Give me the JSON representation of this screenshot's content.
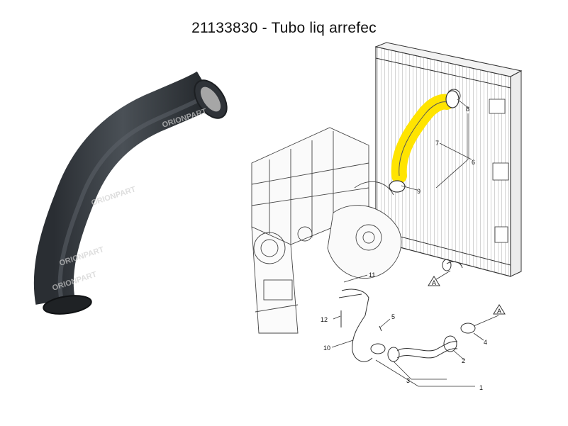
{
  "header": {
    "title": "21133830 - Tubo liq arrefec"
  },
  "watermark": {
    "text": "ORIONPART"
  },
  "callouts": [
    "1",
    "2",
    "3",
    "4",
    "5",
    "6",
    "7",
    "8",
    "9",
    "10",
    "11",
    "12"
  ],
  "reference_marks": [
    "A",
    "A"
  ],
  "colors": {
    "highlight": "#ffe400",
    "line": "#333333",
    "hose": "#3a3f44"
  }
}
